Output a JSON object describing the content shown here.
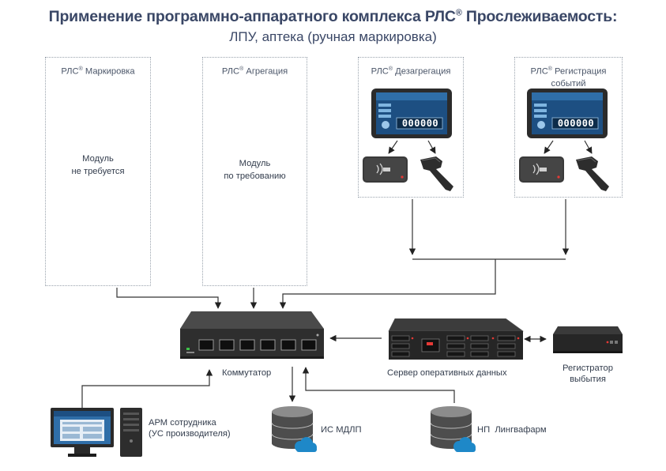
{
  "header": {
    "title": "Применение программно-аппаратного комплекса РЛС",
    "title_reg": "®",
    "title_tail": " Прослеживаемость:",
    "subtitle": "ЛПУ, аптека (ручная маркировка)"
  },
  "modules": [
    {
      "brand": "РЛС",
      "reg": "®",
      "name": " Маркировка",
      "name2": "",
      "body1": "Модуль",
      "body2": "не требуется"
    },
    {
      "brand": "РЛС",
      "reg": "®",
      "name": " Агрегация",
      "name2": "",
      "body1": "Модуль",
      "body2": "по требованию"
    },
    {
      "brand": "РЛС",
      "reg": "®",
      "name": " Дезагрегация",
      "name2": ""
    },
    {
      "brand": "РЛС",
      "reg": "®",
      "name": " Регистрация",
      "name2": "событий"
    }
  ],
  "devices": {
    "tablet_counter": "000000",
    "switch_label": "Коммутатор",
    "server_label": "Сервер оперативных данных",
    "registrar_label_1": "Регистратор",
    "registrar_label_2": "выбытия",
    "arm_label_1": "АРМ сотрудника",
    "arm_label_2": "(УС производителя)",
    "db1_label": "ИС МДЛП",
    "db2_label": "НП  Лингвафарм"
  },
  "colors": {
    "title": "#3a4766",
    "line": "#333333",
    "cloud": "#1e88c8",
    "screen": "#1d4f82"
  }
}
